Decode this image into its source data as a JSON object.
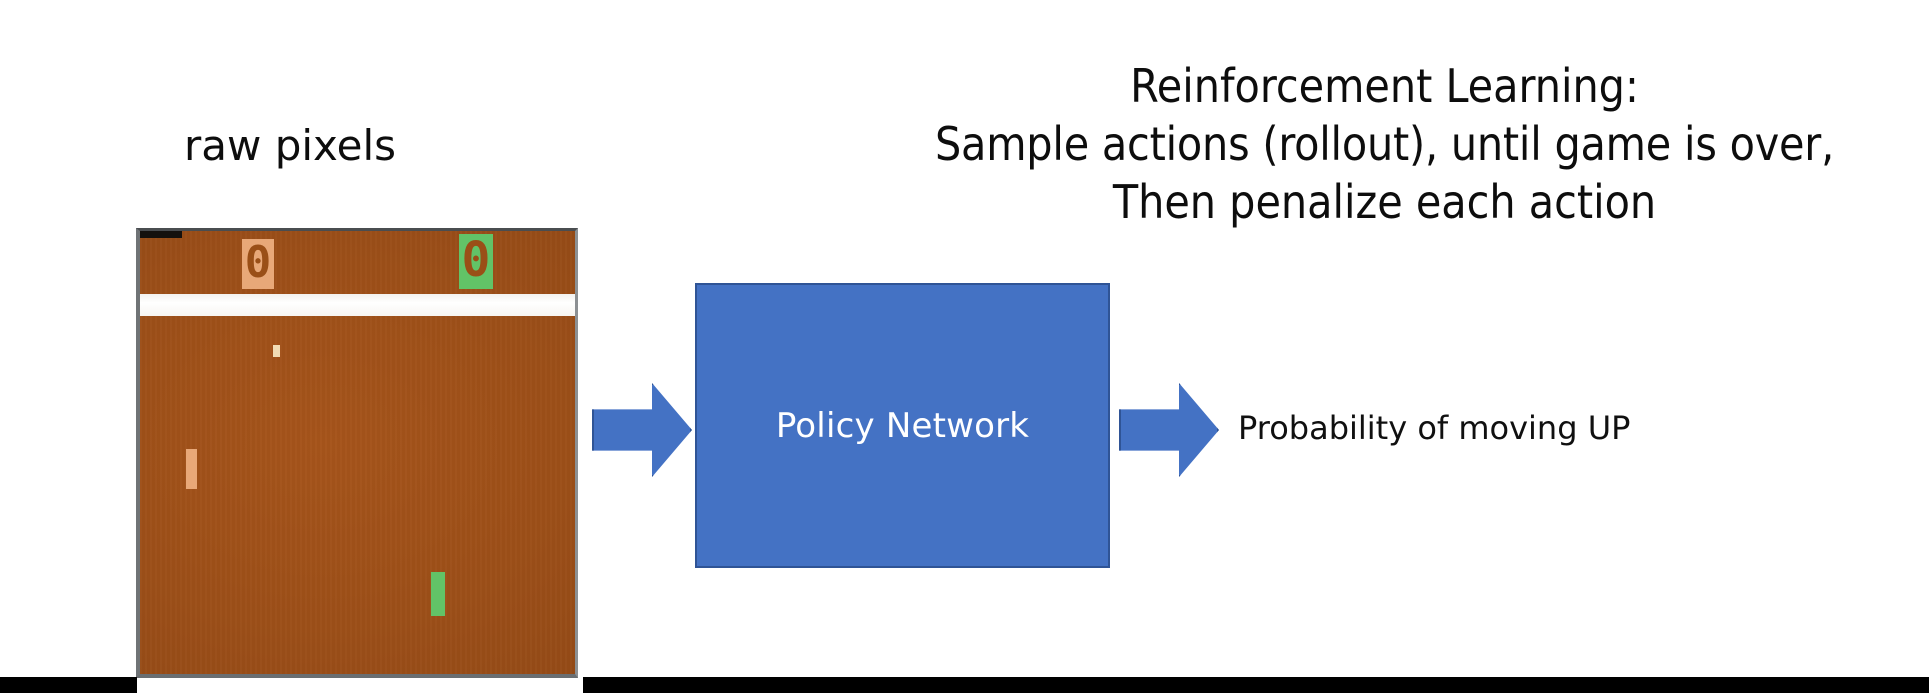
{
  "slide": {
    "background_color": "#ffffff"
  },
  "headline": {
    "line1": "Reinforcement Learning:",
    "line2": "Sample actions (rollout), until game is over,",
    "line3": "Then penalize each action",
    "color": "#0d0d0d"
  },
  "raw_pixels": {
    "label": "raw pixels"
  },
  "game": {
    "name": "pong-game-screen",
    "background_color": "#9a4f17",
    "score_left": "0",
    "score_right": "0",
    "score_left_color": "#e8a878",
    "score_right_color": "#62c367",
    "divider_color": "#ffffff",
    "paddle_left_color": "#e8a878",
    "paddle_right_color": "#62c367",
    "ball_color": "#f2dcb4",
    "border_color": "#6f7376"
  },
  "pipeline": {
    "input_arrow": "arrow-right",
    "output_arrow": "arrow-right",
    "arrow_fill": "#4472c4",
    "arrow_stroke": "#2f5496"
  },
  "policy_network": {
    "label": "Policy Network",
    "fill": "#4472c4",
    "stroke": "#2f5496",
    "text_color": "#ffffff"
  },
  "output": {
    "label": "Probability of moving UP",
    "color": "#101010"
  },
  "footer": {
    "bar_color": "#000000"
  }
}
